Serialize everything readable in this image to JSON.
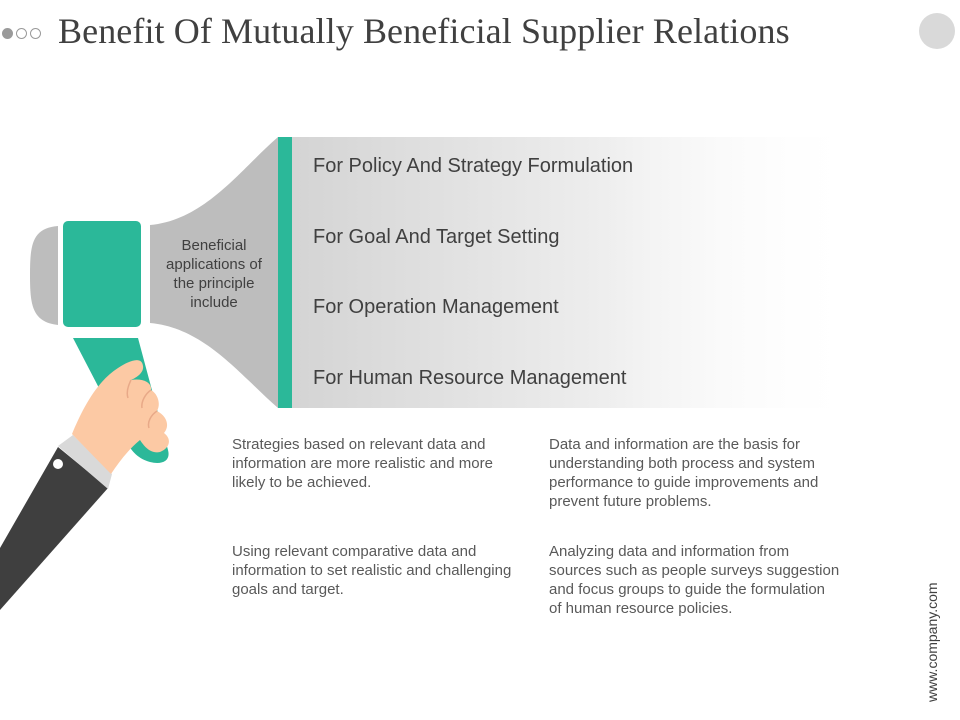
{
  "header": {
    "title": "Benefit Of Mutually Beneficial Supplier Relations"
  },
  "megaphone": {
    "horn_label": "Beneficial applications of the principle include"
  },
  "items": [
    {
      "label": "For Policy And Strategy Formulation"
    },
    {
      "label": "For Goal And Target Setting"
    },
    {
      "label": "For Operation Management"
    },
    {
      "label": "For Human Resource Management"
    }
  ],
  "descriptions": [
    {
      "text": "Strategies based on relevant data and information are more realistic and more likely to be achieved."
    },
    {
      "text": "Data and information are the basis for understanding both process and system performance to guide improvements and prevent future problems."
    },
    {
      "text": "Using relevant comparative data and information to set realistic and challenging goals and target."
    },
    {
      "text": "Analyzing data and information from sources such as people surveys suggestion and focus groups to guide the formulation of human resource policies."
    }
  ],
  "footer": {
    "website": "www.company.com"
  },
  "colors": {
    "accent": "#2bb899",
    "horn_gray": "#bdbdbd",
    "sleeve": "#3f3f3f",
    "skin": "#fcc9a4",
    "text": "#404040"
  }
}
